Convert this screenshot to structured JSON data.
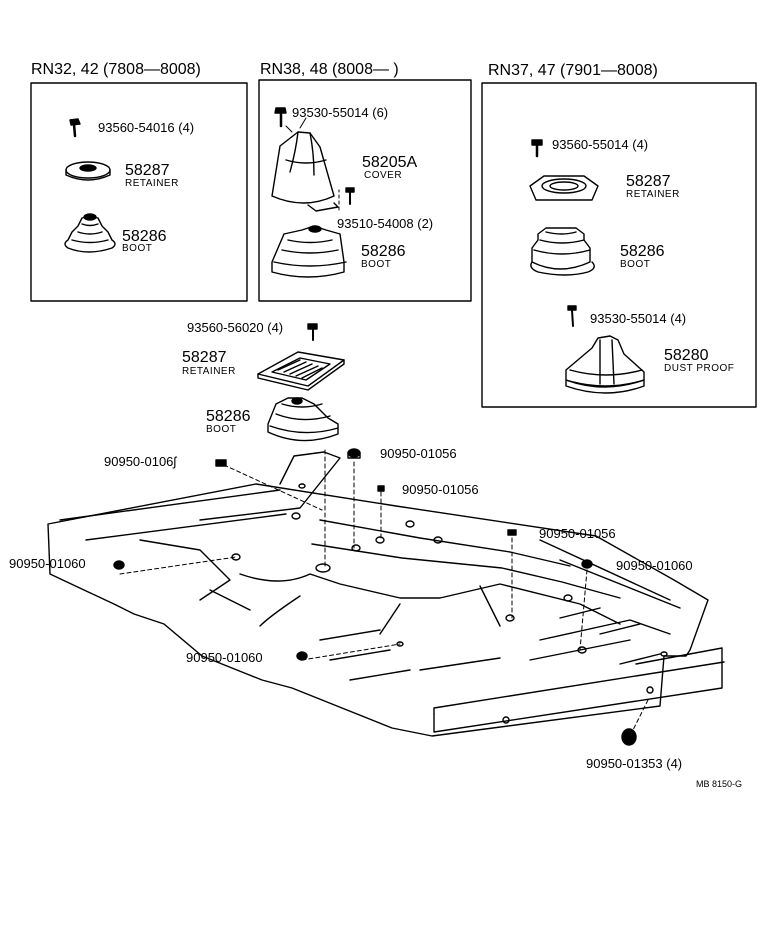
{
  "headers": {
    "left": "RN32, 42 (7808—8008)",
    "middle": "RN38, 48 (8008—        )",
    "right": "RN37, 47  (7901—8008)"
  },
  "box1": {
    "bolt_num": "93560-54016 (4)",
    "retainer_num": "58287",
    "retainer_word": "RETAINER",
    "boot_num": "58286",
    "boot_word": "BOOT"
  },
  "box2": {
    "bolt_num": "93530-55014 (6)",
    "cover_num": "58205A",
    "cover_word": "COVER",
    "screw_num": "93510-54008 (2)",
    "boot_num": "58286",
    "boot_word": "BOOT"
  },
  "box3": {
    "bolt_num": "93560-55014 (4)",
    "retainer_num": "58287",
    "retainer_word": "RETAINER",
    "boot_num": "58286",
    "boot_word": "BOOT",
    "screw_num": "93530-55014 (4)",
    "dust_num": "58280",
    "dust_word": "DUST PROOF"
  },
  "main": {
    "bolt_num": "93560-56020 (4)",
    "retainer_num": "58287",
    "retainer_word": "RETAINER",
    "boot_num": "58286",
    "boot_word": "BOOT",
    "plugs": {
      "p1": "90950-0106ʃ",
      "p2": "90950-01056",
      "p3": "90950-01056",
      "p4": "90950-01056",
      "p5": "90950-01060",
      "p6": "90950-01060",
      "p7": "90950-01060",
      "p8": "90950-01353 (4)"
    }
  },
  "ref_code": "MB  8150-G"
}
